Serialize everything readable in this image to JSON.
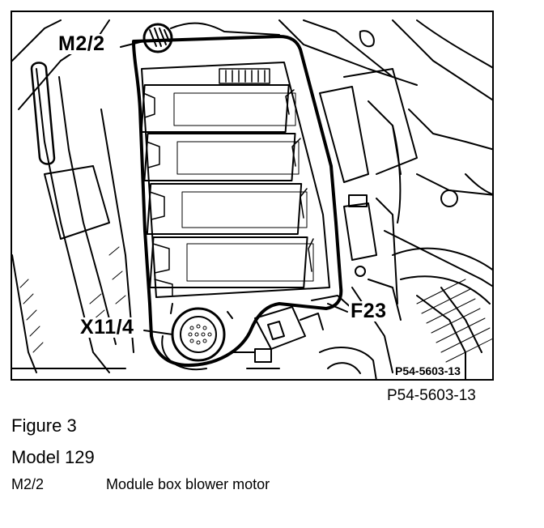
{
  "figure": {
    "callouts": {
      "m2_2": "M2/2",
      "x11_4": "X11/4",
      "f23": "F23"
    },
    "inner_reference": "P54-5603-13",
    "outer_reference": "P54-5603-13"
  },
  "caption": {
    "title": "Figure 3",
    "model": "Model 129"
  },
  "legend": [
    {
      "code": "M2/2",
      "description": "Module box blower motor"
    }
  ]
}
